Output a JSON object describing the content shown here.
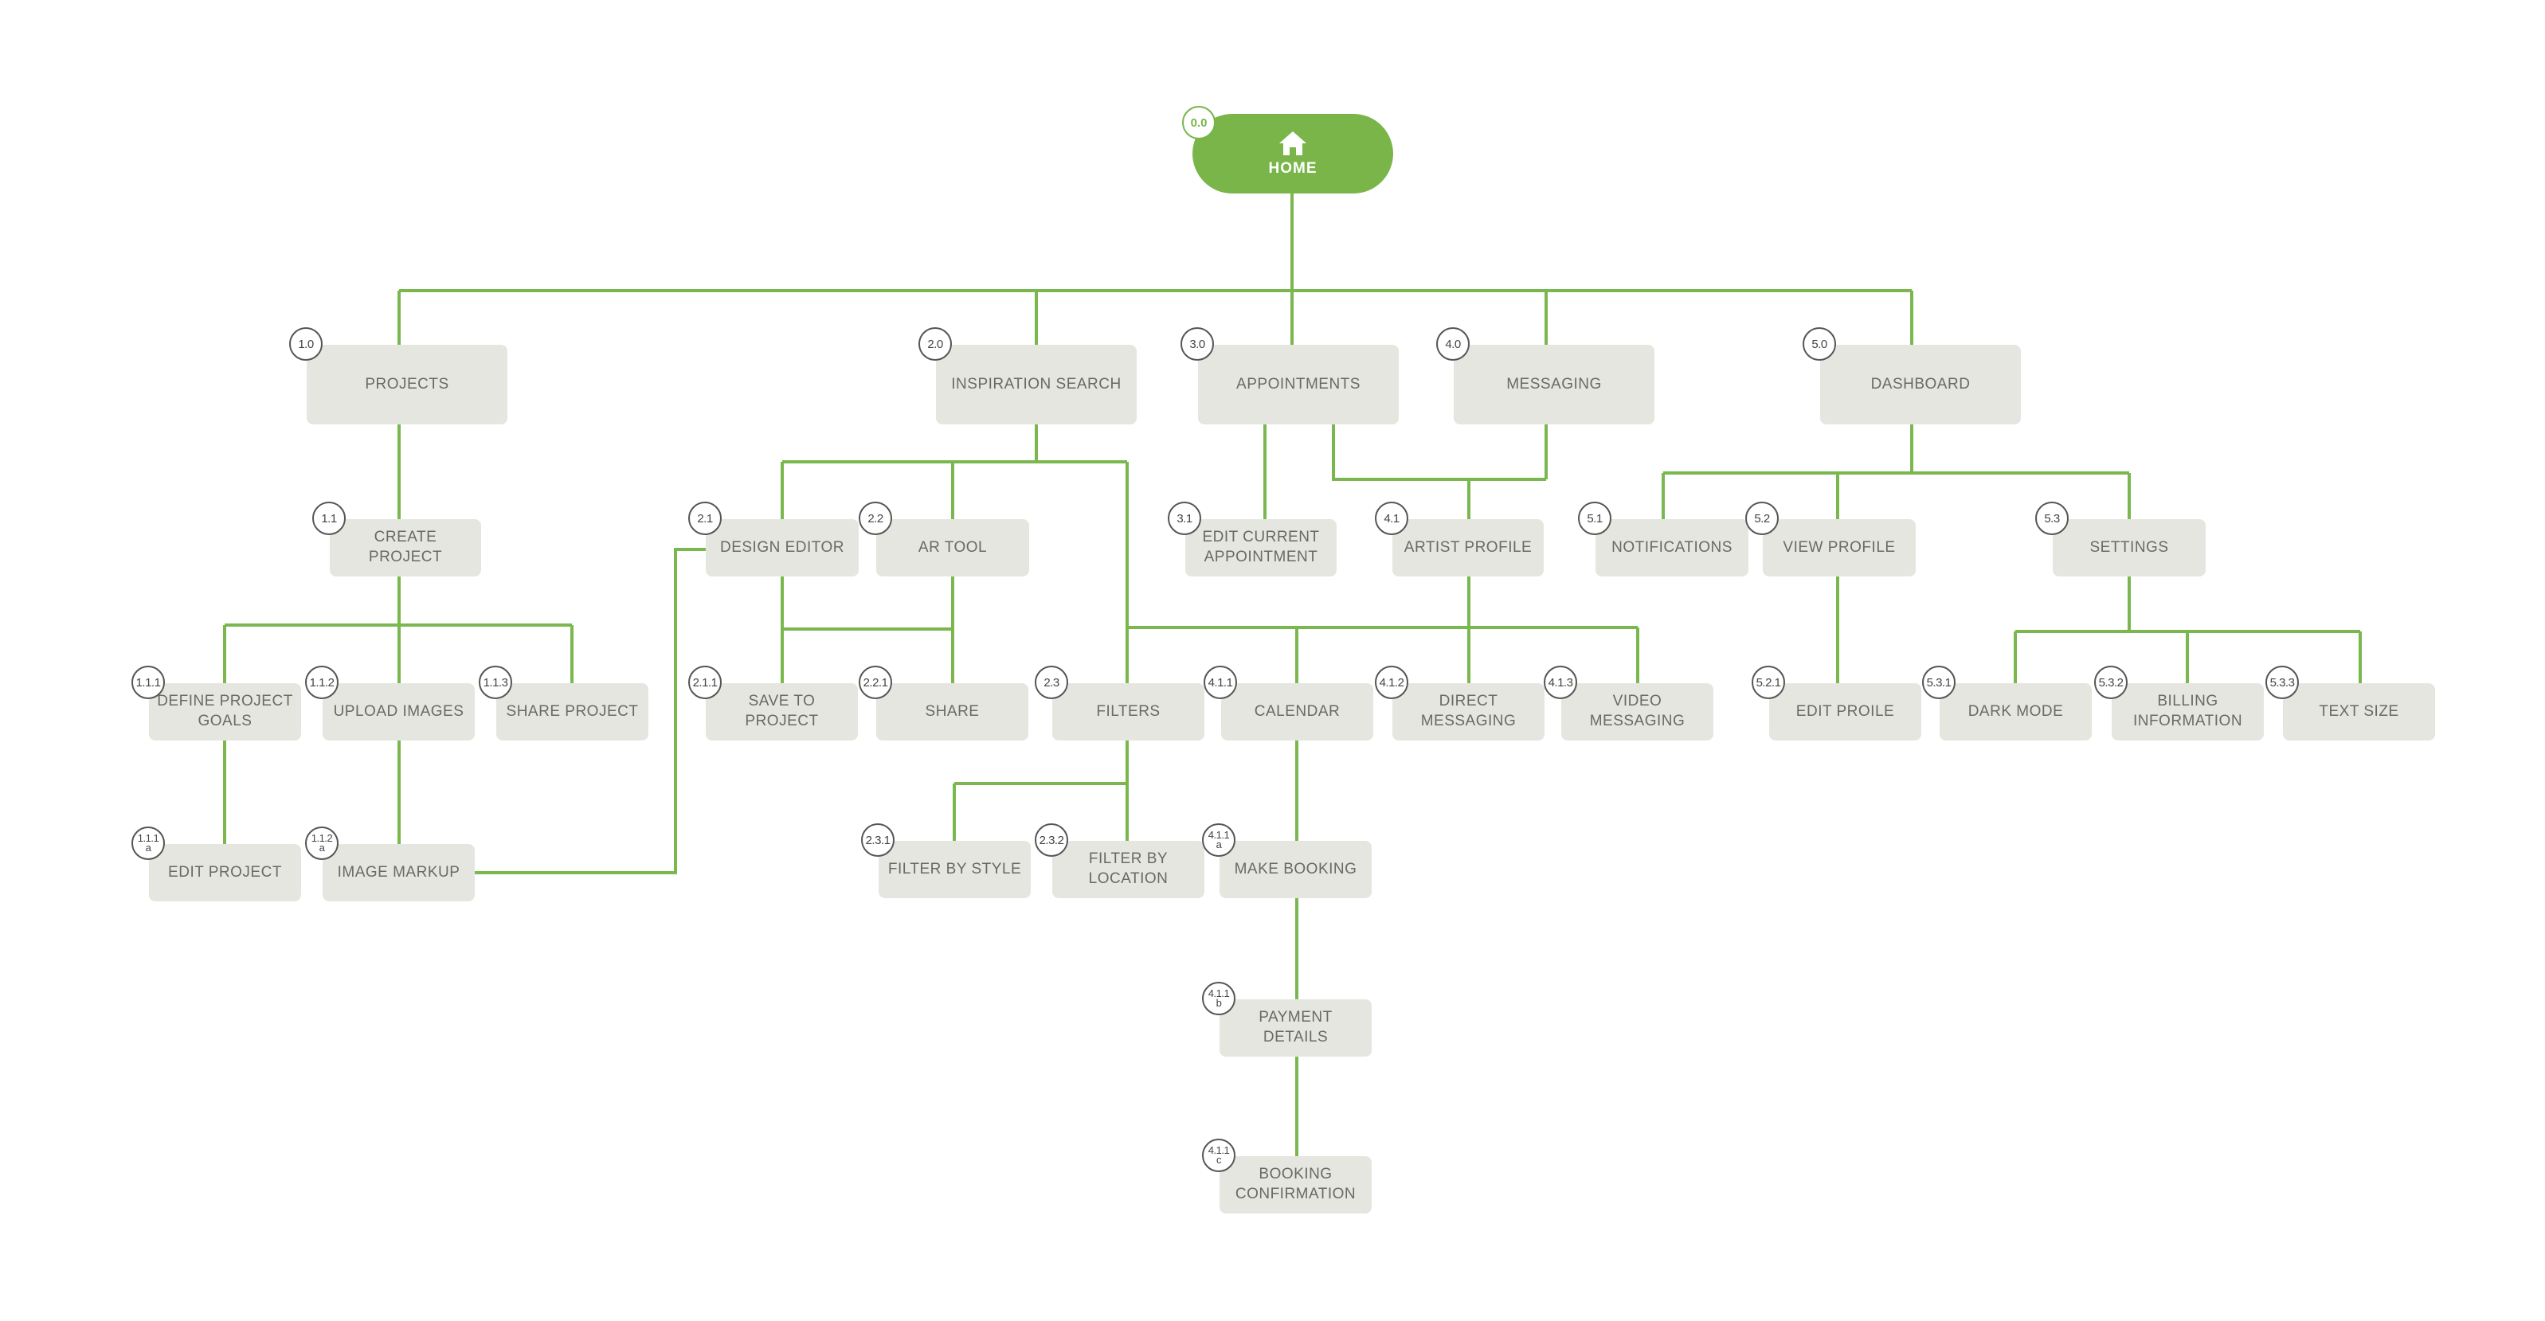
{
  "colors": {
    "connector": "#7ab84f",
    "home_fill": "#79b549",
    "node_fill": "#e6e6e0",
    "node_text": "#6a6a64",
    "badge_border": "#555555"
  },
  "home": {
    "label": "HOME",
    "number": "0.0",
    "icon": "home-icon"
  },
  "nodes": [
    {
      "id": "1.0",
      "label": "PROJECTS",
      "parent": "0.0"
    },
    {
      "id": "2.0",
      "label": "INSPIRATION SEARCH",
      "parent": "0.0"
    },
    {
      "id": "3.0",
      "label": "APPOINTMENTS",
      "parent": "0.0"
    },
    {
      "id": "4.0",
      "label": "MESSAGING",
      "parent": "0.0"
    },
    {
      "id": "5.0",
      "label": "DASHBOARD",
      "parent": "0.0"
    },
    {
      "id": "1.1",
      "label": "CREATE PROJECT",
      "parent": "1.0"
    },
    {
      "id": "2.1",
      "label": "DESIGN EDITOR",
      "parent": "2.0"
    },
    {
      "id": "2.2",
      "label": "AR TOOL",
      "parent": "2.0"
    },
    {
      "id": "3.1",
      "label": "EDIT CURRENT\nAPPOINTMENT",
      "parent": "3.0"
    },
    {
      "id": "4.1",
      "label": "ARTIST PROFILE",
      "parent": "3.0, 4.0"
    },
    {
      "id": "5.1",
      "label": "NOTIFICATIONS",
      "parent": "5.0"
    },
    {
      "id": "5.2",
      "label": "VIEW PROFILE",
      "parent": "5.0"
    },
    {
      "id": "5.3",
      "label": "SETTINGS",
      "parent": "5.0"
    },
    {
      "id": "1.1.1",
      "badge": "1.1.1",
      "label": "DEFINE PROJECT\nGOALS",
      "parent": "1.1"
    },
    {
      "id": "1.1.2",
      "badge": "1.1.2",
      "label": "UPLOAD IMAGES",
      "parent": "1.1"
    },
    {
      "id": "1.1.3",
      "badge": "1.1.3",
      "label": "SHARE PROJECT",
      "parent": "1.1"
    },
    {
      "id": "2.1.1",
      "badge": "2.1.1",
      "label": "SAVE TO PROJECT",
      "parent": "2.1, 2.2"
    },
    {
      "id": "2.2.1",
      "badge": "2.2.1",
      "label": "SHARE",
      "parent": "2.1, 2.2"
    },
    {
      "id": "2.3",
      "badge": "2.3",
      "label": "FILTERS",
      "parent": "2.0"
    },
    {
      "id": "4.1.1",
      "badge": "4.1.1",
      "label": "CALENDAR",
      "parent": "4.1"
    },
    {
      "id": "4.1.2",
      "badge": "4.1.2",
      "label": "DIRECT\nMESSAGING",
      "parent": "4.1"
    },
    {
      "id": "4.1.3",
      "badge": "4.1.3",
      "label": "VIDEO\nMESSAGING",
      "parent": "4.1"
    },
    {
      "id": "5.2.1",
      "badge": "5.2.1",
      "label": "EDIT PROILE",
      "parent": "5.2"
    },
    {
      "id": "5.3.1",
      "badge": "5.3.1",
      "label": "DARK MODE",
      "parent": "5.3"
    },
    {
      "id": "5.3.2",
      "badge": "5.3.2",
      "label": "BILLING\nINFORMATION",
      "parent": "5.3"
    },
    {
      "id": "5.3.3",
      "badge": "5.3.3",
      "label": "TEXT SIZE",
      "parent": "5.3"
    },
    {
      "id": "1.1.1a",
      "badge": "1.1.1\na",
      "label": "EDIT PROJECT",
      "parent": "1.1.1"
    },
    {
      "id": "1.1.2a",
      "badge": "1.1.2\na",
      "label": "IMAGE MARKUP",
      "parent": "1.1.2"
    },
    {
      "id": "2.3.1",
      "badge": "2.3.1",
      "label": "FILTER BY STYLE",
      "parent": "2.3"
    },
    {
      "id": "2.3.2",
      "badge": "2.3.2",
      "label": "FILTER BY LOCATION",
      "parent": "2.3"
    },
    {
      "id": "4.1.1a",
      "badge": "4.1.1\na",
      "label": "MAKE BOOKING",
      "parent": "4.1.1"
    },
    {
      "id": "4.1.1b",
      "badge": "4.1.1\nb",
      "label": "PAYMENT DETAILS",
      "parent": "4.1.1a"
    },
    {
      "id": "4.1.1c",
      "badge": "4.1.1\nc",
      "label": "BOOKING\nCONFIRMATION",
      "parent": "4.1.1b"
    }
  ],
  "extra_links": [
    {
      "from": "1.1.2a",
      "to": "2.1"
    }
  ]
}
